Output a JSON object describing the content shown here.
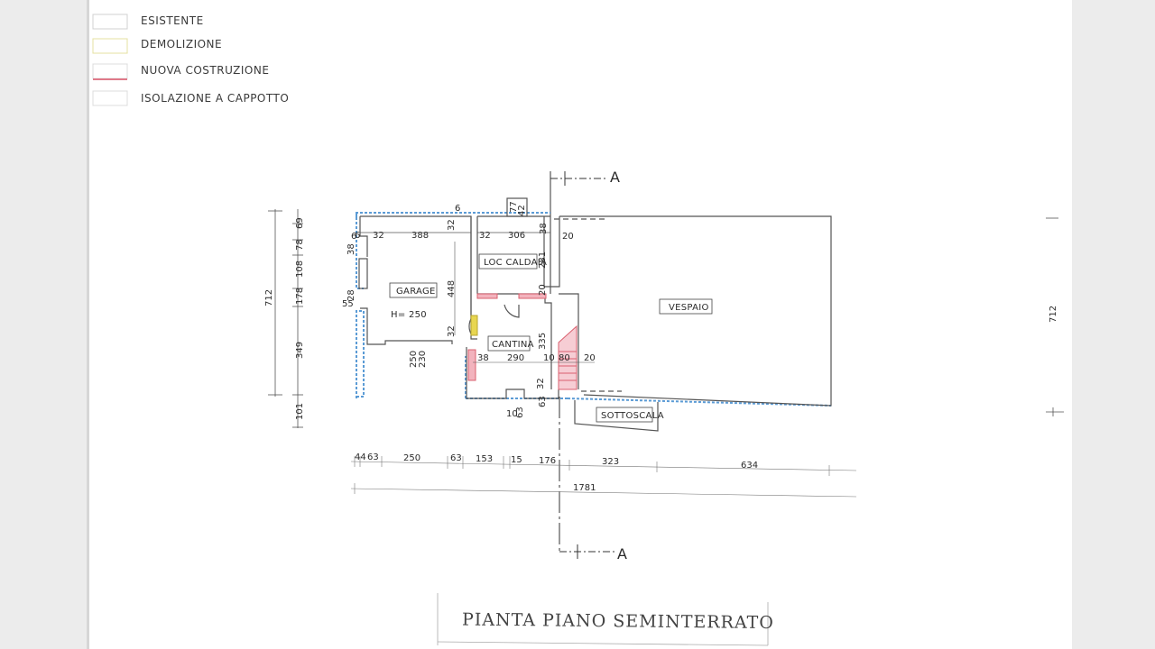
{
  "legend": [
    {
      "label": "ESISTENTE",
      "color": "#c8c8c8"
    },
    {
      "label": "DEMOLIZIONE",
      "color": "#e6e07a"
    },
    {
      "label": "NUOVA  COSTRUZIONE",
      "color": "#e88a9a"
    },
    {
      "label": "ISOLAZIONE  A  CAPPOTTO",
      "color": "#7aaed8"
    }
  ],
  "section_marks": {
    "top": "A",
    "bottom": "A"
  },
  "rooms": {
    "garage": "GARAGE",
    "garage_height": "H= 250",
    "caldaia": "LOC CALDAIA",
    "cantina": "CANTINA",
    "vespaio": "VESPAIO",
    "sottoscala": "SOTTOSCALA"
  },
  "dims": {
    "left_total": "712",
    "right_total": "712",
    "left_v": [
      "69",
      "78",
      "108",
      "178",
      "349",
      "101"
    ],
    "left_small": [
      "6",
      "38",
      "55",
      "28"
    ],
    "top_row": [
      "6",
      "32",
      "388",
      "32",
      "32",
      "306",
      "38",
      "20"
    ],
    "top_mark": "6",
    "chimney": [
      "77",
      "42"
    ],
    "caldaia_v": [
      "281",
      "20"
    ],
    "garage_v": [
      "448"
    ],
    "garage_bottom": [
      "250",
      "230"
    ],
    "cantina_row": [
      "38",
      "290",
      "10",
      "80",
      "20"
    ],
    "cantina_v": [
      "335",
      "32",
      "32"
    ],
    "small_bottom": [
      "10",
      "63",
      "63"
    ],
    "bottom_row": [
      "44",
      "63",
      "250",
      "63",
      "153",
      "15",
      "176",
      "323",
      "634"
    ],
    "bottom_total": "1781"
  },
  "title": "PIANTA  PIANO  SEMINTERRATO",
  "colors": {
    "existing": "#555555",
    "insulation": "#5b9bd5",
    "new": "#e07a8a",
    "demolition": "#e8d650"
  }
}
